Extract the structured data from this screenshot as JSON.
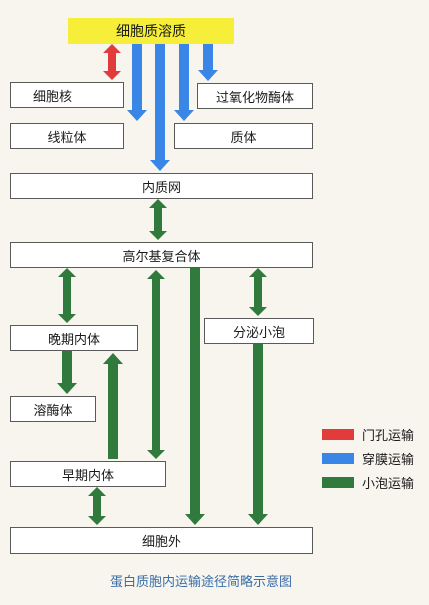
{
  "colors": {
    "pore": "#e23b3b",
    "transmembrane": "#3a86e6",
    "vesicle": "#2f7a3c",
    "highlight": "#f7ee3a",
    "caption": "#3a6ea8"
  },
  "nodes": {
    "cytosol": "细胞质溶质",
    "nucleus": "细胞核",
    "peroxisome": "过氧化物酶体",
    "mitochondria": "线粒体",
    "plastid": "质体",
    "er": "内质网",
    "golgi": "高尔基复合体",
    "late_endosome": "晚期内体",
    "secretory_vesicle": "分泌小泡",
    "lysosome": "溶酶体",
    "early_endosome": "早期内体",
    "extracellular": "细胞外"
  },
  "legend": [
    {
      "label": "门孔运输",
      "color": "#e23b3b"
    },
    {
      "label": "穿膜运输",
      "color": "#3a86e6"
    },
    {
      "label": "小泡运输",
      "color": "#2f7a3c"
    }
  ],
  "caption": "蛋白质胞内运输途径简略示意图"
}
